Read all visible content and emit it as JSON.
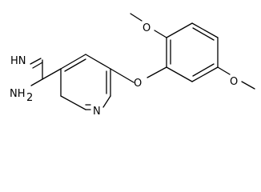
{
  "molecule": {
    "atoms": {
      "imine_nh": "HN",
      "amine_nh2": "NH",
      "amine_nh2_subscript": "2",
      "pyridine_n": "N",
      "ether_o": "O",
      "methoxy_top_o": "O",
      "methoxy_right_o": "O"
    }
  }
}
